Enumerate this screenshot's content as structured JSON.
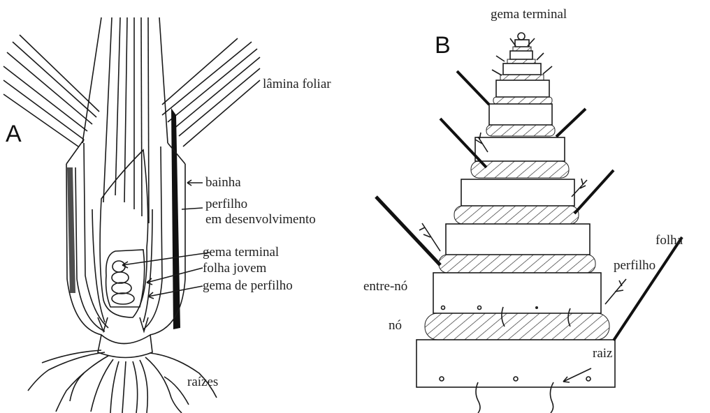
{
  "panel_a": {
    "letter": "A",
    "labels": {
      "lamina_foliar": "lâmina foliar",
      "bainha": "bainha",
      "perfilho_line1": "perfilho",
      "perfilho_line2": "em desenvolvimento",
      "gema_terminal": "gema terminal",
      "folha_jovem": "folha jovem",
      "gema_de_perfilho": "gema de perfilho",
      "raizes": "raízes"
    }
  },
  "panel_b": {
    "letter": "B",
    "labels": {
      "gema_terminal": "gema terminal",
      "folha": "folha",
      "perfilho": "perfilho",
      "entre_no": "entre-nó",
      "no": "nó",
      "raiz": "raiz"
    }
  }
}
